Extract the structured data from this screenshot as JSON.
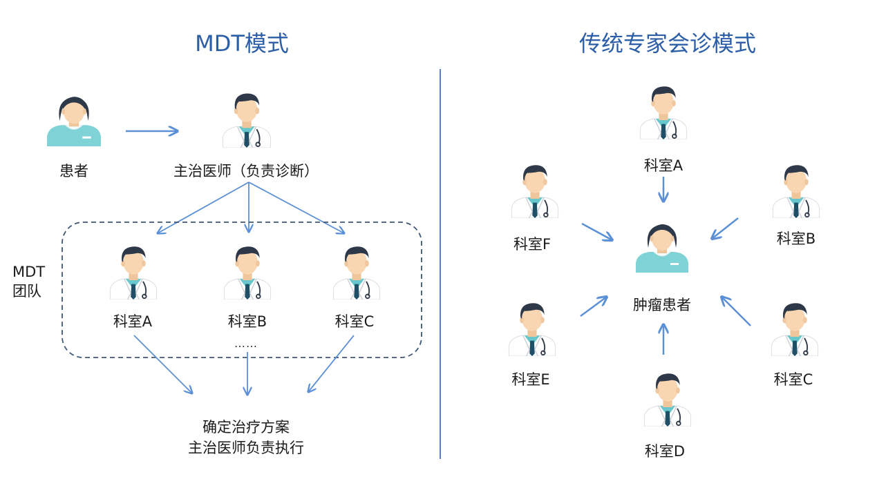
{
  "left": {
    "title": "MDT模式",
    "patient_label": "患者",
    "attending_label": "主治医师（负责诊断）",
    "team_label": [
      "MDT",
      "团队"
    ],
    "departments": [
      "科室A",
      "科室B",
      "科室C"
    ],
    "ellipsis": "……",
    "outcome": [
      "确定治疗方案",
      "主治医师负责执行"
    ]
  },
  "right": {
    "title": "传统专家会诊模式",
    "center_label": "肿瘤患者",
    "departments": [
      "科室A",
      "科室B",
      "科室C",
      "科室D",
      "科室E",
      "科室F"
    ]
  },
  "colors": {
    "title": "#2c5ea8",
    "arrow": "#5b8fd6",
    "divider": "#5b7fb8",
    "team_border": "#3e5573",
    "doctor_coat": "#ffffff",
    "doctor_shirt": "#67c7cc",
    "patient_shirt": "#7fd3d6",
    "hair": "#2d3848",
    "skin": "#f8d6b2"
  },
  "icons": {
    "patient": "patient-icon",
    "doctor": "doctor-icon"
  }
}
